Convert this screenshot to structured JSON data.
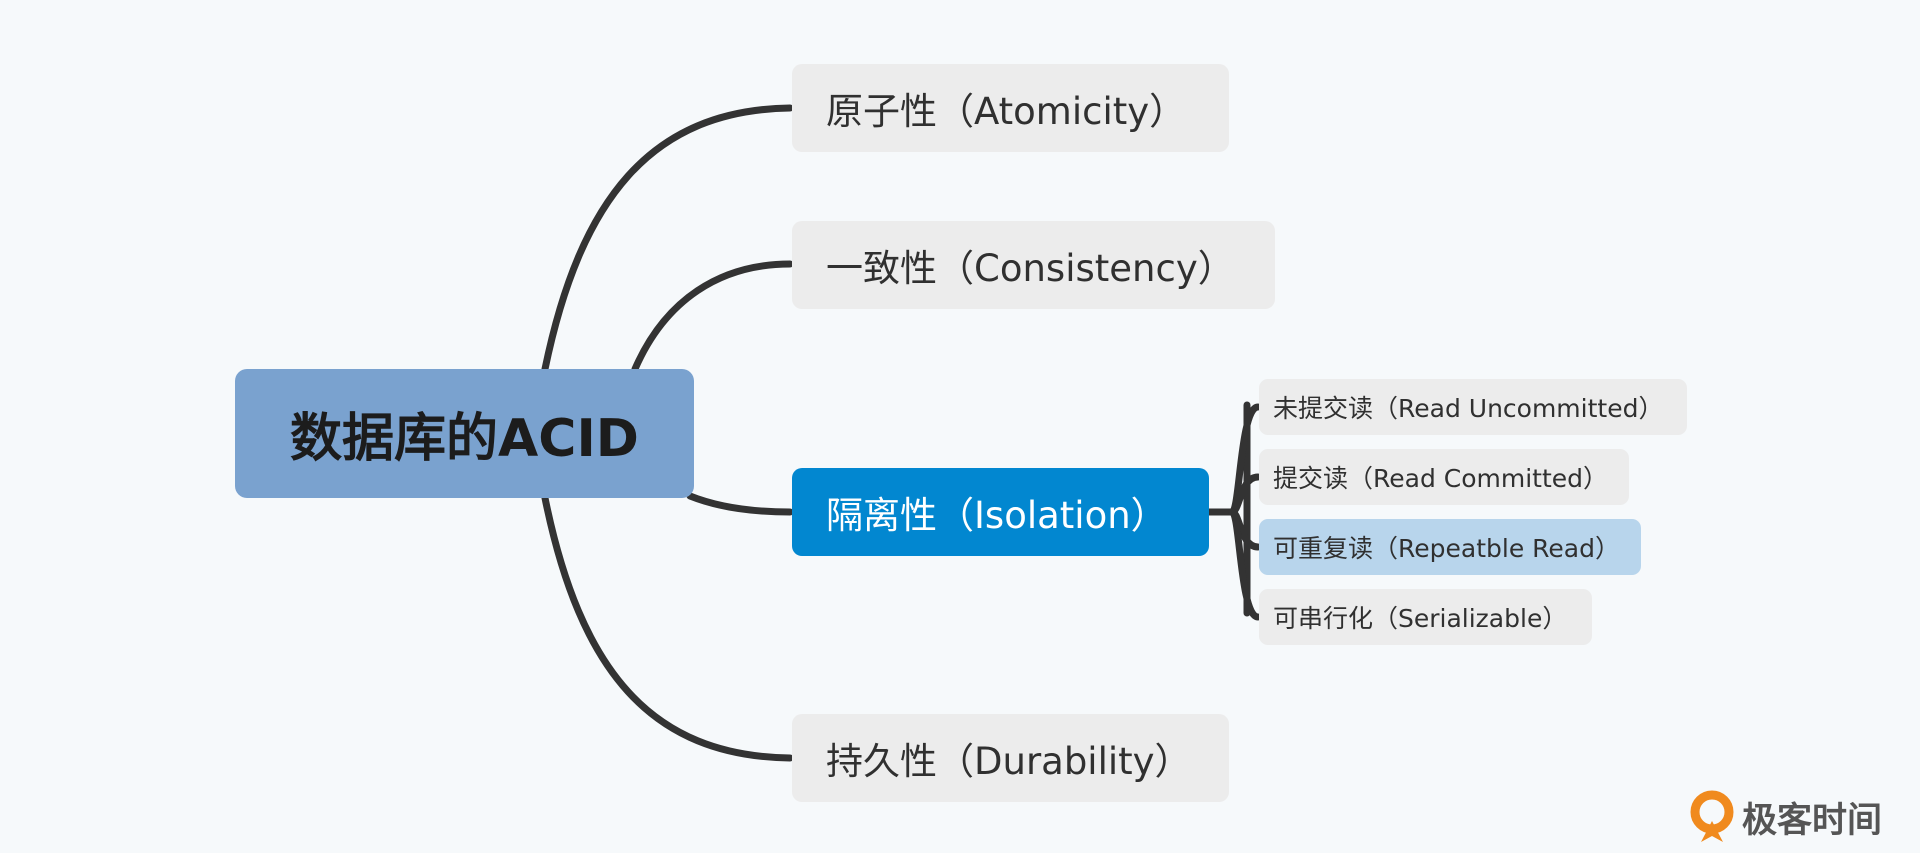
{
  "colors": {
    "root_fill": "#7aa2cf",
    "branch_fill": "#ececec",
    "active_branch_fill": "#0287d0",
    "highlighted_leaf_fill": "#b8d5ec",
    "connector": "#333333",
    "watermark_icon": "#f08a1e"
  },
  "root": {
    "label": "数据库的ACID"
  },
  "branches": [
    {
      "label": "原子性（Atomicity）"
    },
    {
      "label": "一致性（Consistency）"
    },
    {
      "label": "隔离性（Isolation）"
    },
    {
      "label": "持久性（Durability）"
    }
  ],
  "isolation_levels": [
    {
      "label": "未提交读（Read Uncommitted）"
    },
    {
      "label": "提交读（Read Committed）"
    },
    {
      "label": "可重复读（Repeatble Read）"
    },
    {
      "label": "可串行化（Serializable）"
    }
  ],
  "watermark": {
    "text": "极客时间",
    "icon": "geektime-logo-icon"
  }
}
